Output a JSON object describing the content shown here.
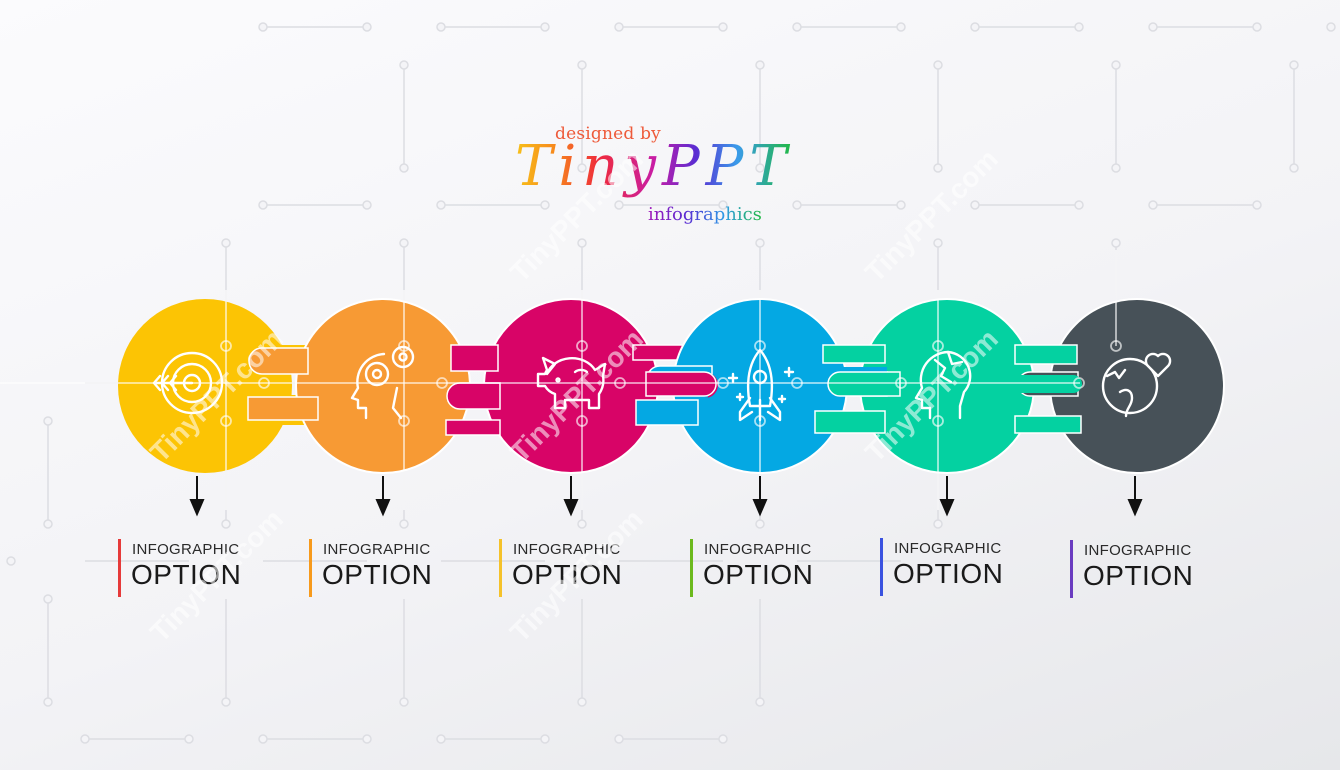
{
  "logo": {
    "designed_by": "designed by",
    "brand": "TinyPPT",
    "subtitle": "infographics"
  },
  "steps": [
    {
      "color": "#fcc404",
      "label_color": "#e63a3a",
      "icon": "target-arrow-icon",
      "title": "INFOGRAPHIC",
      "subtitle": "OPTION"
    },
    {
      "color": "#f79a34",
      "label_color": "#f79a1c",
      "icon": "head-gears-icon",
      "title": "INFOGRAPHIC",
      "subtitle": "OPTION"
    },
    {
      "color": "#d80467",
      "label_color": "#f5c22a",
      "icon": "piggy-bank-icon",
      "title": "INFOGRAPHIC",
      "subtitle": "OPTION"
    },
    {
      "color": "#04a8e3",
      "label_color": "#6cb91e",
      "icon": "rocket-icon",
      "title": "INFOGRAPHIC",
      "subtitle": "OPTION"
    },
    {
      "color": "#04d1a1",
      "label_color": "#3a52e0",
      "icon": "head-puzzle-icon",
      "title": "INFOGRAPHIC",
      "subtitle": "OPTION"
    },
    {
      "color": "#475158",
      "label_color": "#6a3cc0",
      "icon": "globe-heart-icon",
      "title": "INFOGRAPHIC",
      "subtitle": "OPTION"
    }
  ],
  "watermark": "TinyPPT.com"
}
